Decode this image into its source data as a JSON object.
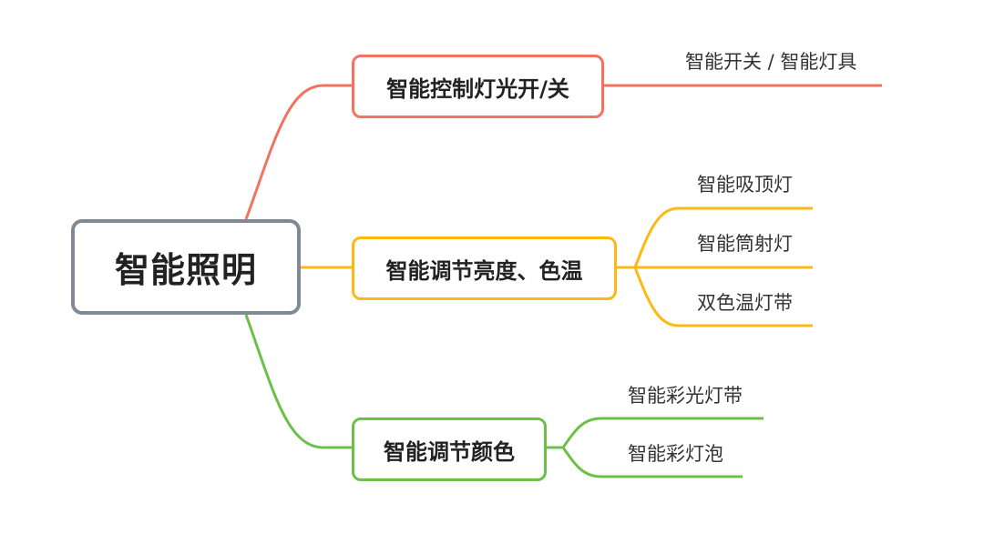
{
  "root": {
    "label": "智能照明"
  },
  "colors": {
    "red": "#f2735f",
    "yellow": "#fdb913",
    "green": "#6cc04a",
    "root_border": "#7f8a96"
  },
  "branches": [
    {
      "label": "智能控制灯光开/关",
      "color": "#f2735f",
      "leaves": [
        "智能开关 / 智能灯具"
      ]
    },
    {
      "label": "智能调节亮度、色温",
      "color": "#fdb913",
      "leaves": [
        "智能吸顶灯",
        "智能筒射灯",
        "双色温灯带"
      ]
    },
    {
      "label": "智能调节颜色",
      "color": "#6cc04a",
      "leaves": [
        "智能彩光灯带",
        "智能彩灯泡"
      ]
    }
  ]
}
